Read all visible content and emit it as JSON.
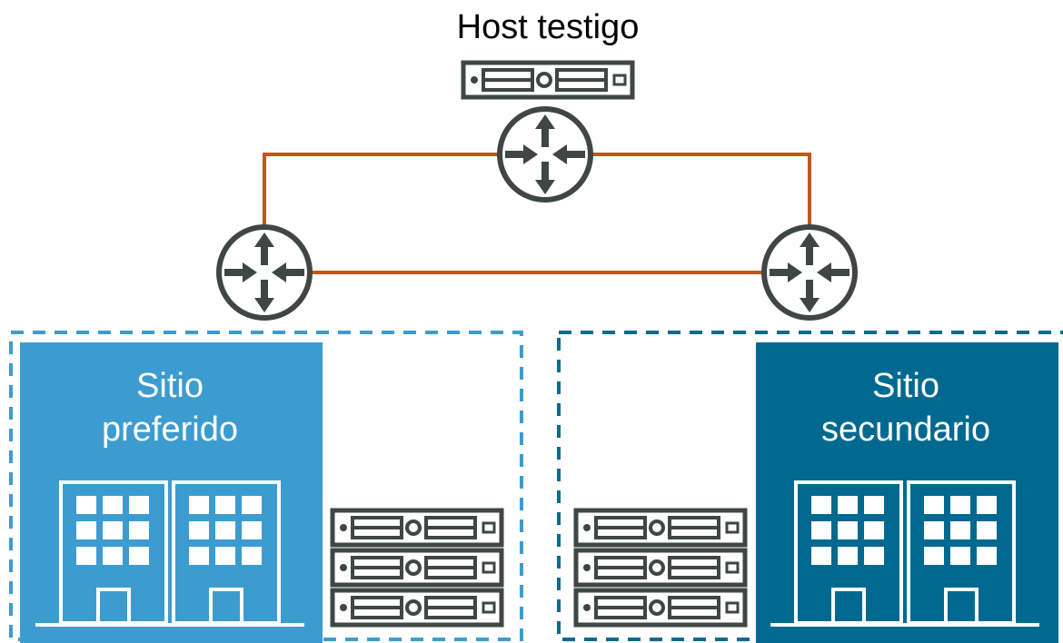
{
  "witness_host": {
    "label": "Host testigo",
    "icon": "server-icon"
  },
  "routers": [
    {
      "name": "router-witness",
      "icon": "router-icon"
    },
    {
      "name": "router-preferred",
      "icon": "router-icon"
    },
    {
      "name": "router-secondary",
      "icon": "router-icon"
    }
  ],
  "sites": {
    "preferred": {
      "line1": "Sitio",
      "line2": "preferido",
      "color": "#3d9ccf",
      "border_color": "#3d9ccf",
      "icon": "building-icon"
    },
    "secondary": {
      "line1": "Sitio",
      "line2": "secundario",
      "color": "#00698f",
      "border_color": "#0d6a91",
      "icon": "building-icon"
    }
  },
  "colors": {
    "link": "#c6541d",
    "icon_stroke": "#3f4643",
    "text": "#000000"
  }
}
